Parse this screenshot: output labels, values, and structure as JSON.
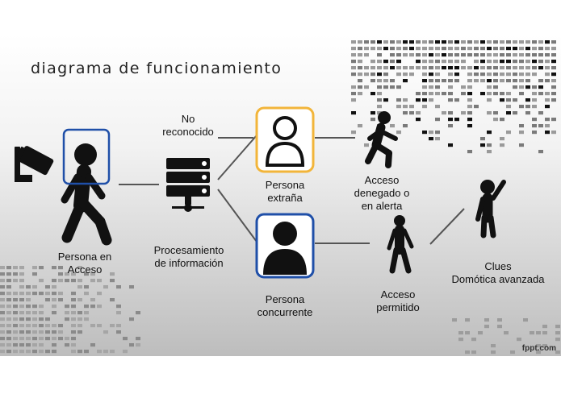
{
  "title": "Diagrama de funcionamiento",
  "footer": "fppt.com",
  "colors": {
    "orange_frame": "#f2b53a",
    "blue_frame": "#1f4fa8",
    "icon": "#111111",
    "connector": "#555555"
  },
  "nodes": {
    "person_access": {
      "label": "Persona en\nAcceso",
      "icon": "walking-person-icon"
    },
    "camera": {
      "icon": "security-camera-icon"
    },
    "processing": {
      "label": "Procesamiento\nde información",
      "icon": "server-icon"
    },
    "not_recognized": {
      "label": "No\nreconocido"
    },
    "stranger": {
      "label": "Persona\nextraña",
      "icon": "user-outline-icon"
    },
    "frequent": {
      "label": "Persona\nconcurrente",
      "icon": "user-solid-icon"
    },
    "access_denied": {
      "label": "Acceso\ndenegado o\nen alerta",
      "icon": "running-person-icon"
    },
    "access_allowed": {
      "label": "Acceso\npermitido",
      "icon": "standing-person-icon"
    },
    "clues": {
      "label": "Clues\nDomótica avanzada",
      "icon": "waving-person-icon"
    }
  }
}
